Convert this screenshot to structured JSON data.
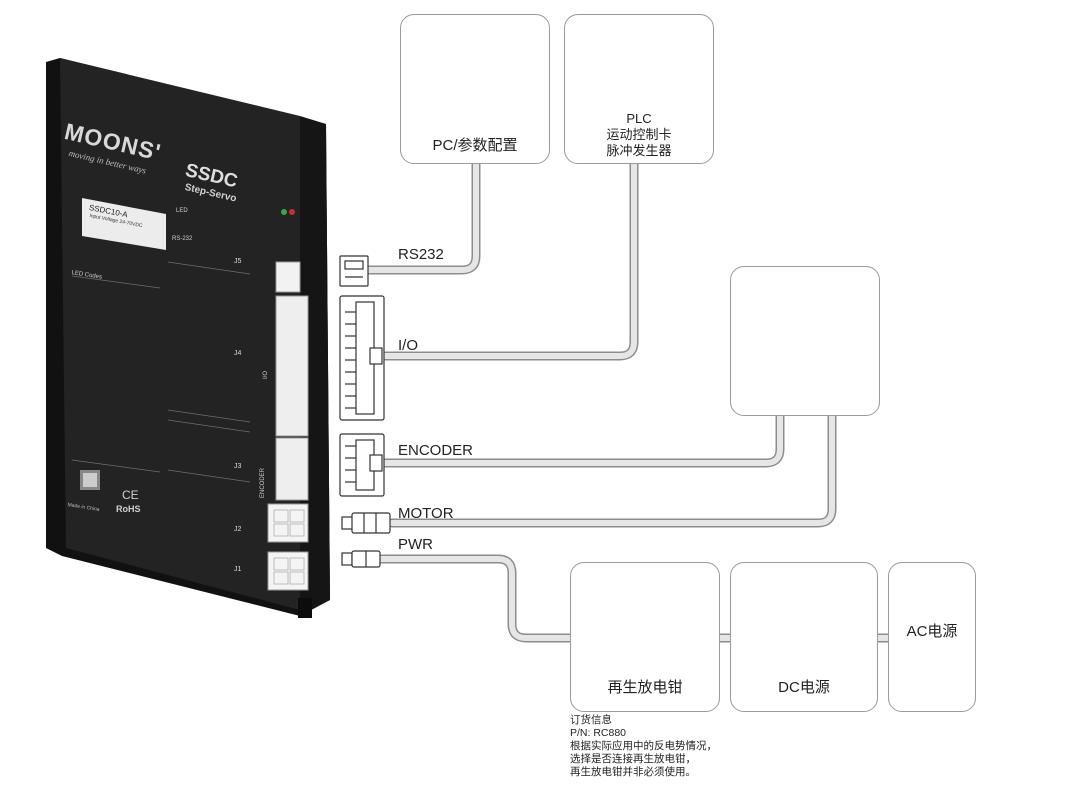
{
  "connections": {
    "rs232": "RS232",
    "io": "I/O",
    "encoder": "ENCODER",
    "motor": "MOTOR",
    "pwr": "PWR"
  },
  "devices": {
    "pc": {
      "label": "PC/参数配置"
    },
    "plc": {
      "lines": [
        "PLC",
        "运动控制卡",
        "脉冲发生器"
      ]
    },
    "regen": {
      "label": "再生放电钳"
    },
    "dc": {
      "label": "DC电源"
    },
    "ac": {
      "label": "AC电源"
    }
  },
  "drive": {
    "brand": "MOONS'",
    "slogan": "moving in better ways",
    "model": "SSDC",
    "subtitle": "Step-Servo",
    "sticker_model": "SSDC10-A",
    "sticker_line": "Input Voltage 24-70VDC",
    "led": "LED",
    "rs232": "RS-232",
    "j5": "J5",
    "j4": "J4",
    "j3": "J3",
    "j2": "J2",
    "j1": "J1",
    "io": "I/O",
    "encoder": "ENCODER",
    "ce": "CE",
    "rohs": "RoHS",
    "made_in": "Made in China",
    "led_codes": "LED Codes"
  },
  "order_note": {
    "lines": [
      "订货信息",
      "P/N: RC880",
      "根据实际应用中的反电势情况，",
      "选择是否连接再生放电钳，",
      "再生放电钳并非必须使用。"
    ]
  },
  "colors": {
    "cable": "#d9d9d9",
    "cable_outline": "#8c8c8c",
    "box_border": "#9a9a9a",
    "drive_body": "#1c1c1c",
    "connector": "#f4f4f4"
  }
}
